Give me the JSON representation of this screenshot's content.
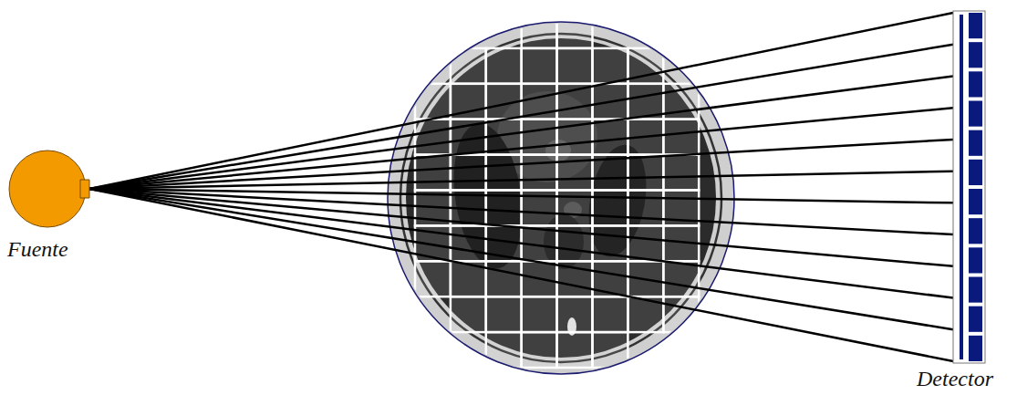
{
  "diagram": {
    "nodes": [
      {
        "text": [
          "Fuente"
        ]
      },
      {
        "text": [
          "Detector"
        ]
      }
    ],
    "edges": [
      {
        "from": 0,
        "to": 1,
        "arrow": "none"
      },
      {
        "from": 0,
        "to": 1,
        "arrow": "none"
      },
      {
        "from": 0,
        "to": 1,
        "arrow": "none"
      },
      {
        "from": 0,
        "to": 1,
        "arrow": "none"
      },
      {
        "from": 0,
        "to": 1,
        "arrow": "none"
      },
      {
        "from": 0,
        "to": 1,
        "arrow": "none"
      },
      {
        "from": 0,
        "to": 1,
        "arrow": "none"
      },
      {
        "from": 0,
        "to": 1,
        "arrow": "none"
      },
      {
        "from": 0,
        "to": 1,
        "arrow": "none"
      },
      {
        "from": 0,
        "to": 1,
        "arrow": "none"
      },
      {
        "from": 0,
        "to": 1,
        "arrow": "none"
      },
      {
        "from": 0,
        "to": 1,
        "arrow": "none"
      }
    ]
  }
}
